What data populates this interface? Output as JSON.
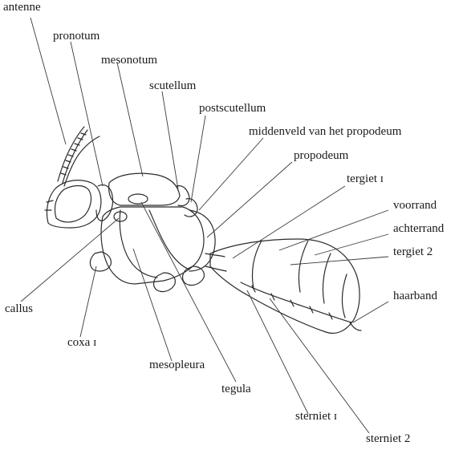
{
  "labels": {
    "antenne": "antenne",
    "pronotum": "pronotum",
    "mesonotum": "mesonotum",
    "scutellum": "scutellum",
    "postscutellum": "postscutellum",
    "middenveld": "middenveld van het propodeum",
    "propodeum": "propodeum",
    "tergiet1": "tergiet ɪ",
    "voorrand": "voorrand",
    "achterrand": "achterrand",
    "tergiet2": "tergiet 2",
    "haarband": "haarband",
    "callus": "callus",
    "coxa1": "coxa ɪ",
    "mesopleura": "mesopleura",
    "tegula": "tegula",
    "sterniet1": "sterniet ɪ",
    "sterniet2": "sterniet 2"
  }
}
